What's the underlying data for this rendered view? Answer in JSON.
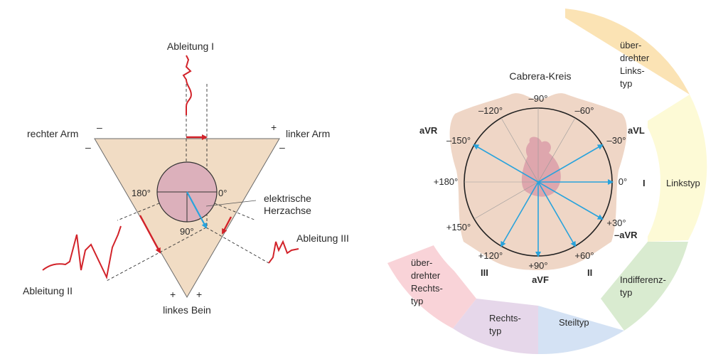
{
  "einthoven": {
    "lead_I": "Ableitung I",
    "lead_II": "Ableitung II",
    "lead_III": "Ableitung III",
    "right_arm": "rechter Arm",
    "left_arm": "linker Arm",
    "left_leg": "linkes Bein",
    "axis_label_1": "elektrische",
    "axis_label_2": "Herzachse",
    "deg_180": "180°",
    "deg_0": "0°",
    "deg_90": "90°",
    "minus": "–",
    "plus": "+"
  },
  "cabrera": {
    "title": "Cabrera-Kreis",
    "degrees": {
      "m90": "–90°",
      "m60": "–60°",
      "m120": "–120°",
      "m150": "–150°",
      "m30": "–30°",
      "p180": "+180°",
      "zero": "0°",
      "p150": "+150°",
      "p30": "+30°",
      "p120": "+120°",
      "p90": "+90°",
      "p60": "+60°"
    },
    "leads": {
      "aVR": "aVR",
      "aVL": "aVL",
      "I": "I",
      "mAVR": "–aVR",
      "III": "III",
      "aVF": "aVF",
      "II": "II"
    },
    "segments": {
      "ueberdreht_links": [
        "über-",
        "drehter",
        "Links-",
        "typ"
      ],
      "links": [
        "Linkstyp"
      ],
      "indifferenz": [
        "Indifferenz-",
        "typ"
      ],
      "steil": [
        "Steiltyp"
      ],
      "rechts": [
        "Rechts-",
        "typ"
      ],
      "ueberdreht_rechts": [
        "über-",
        "drehter",
        "Rechts-",
        "typ"
      ]
    },
    "colors": {
      "ueberdreht_links": "#fbe3b4",
      "links": "#fdfad6",
      "indifferenz": "#d9ebd0",
      "steil": "#d4e2f4",
      "rechts": "#e6d7ea",
      "ueberdreht_rechts": "#f9d3d8",
      "vector": "#29a3dc",
      "ecg": "#d2232a",
      "triangle": "#f1dcc4",
      "heart_circle": "#dcb0bb"
    }
  }
}
